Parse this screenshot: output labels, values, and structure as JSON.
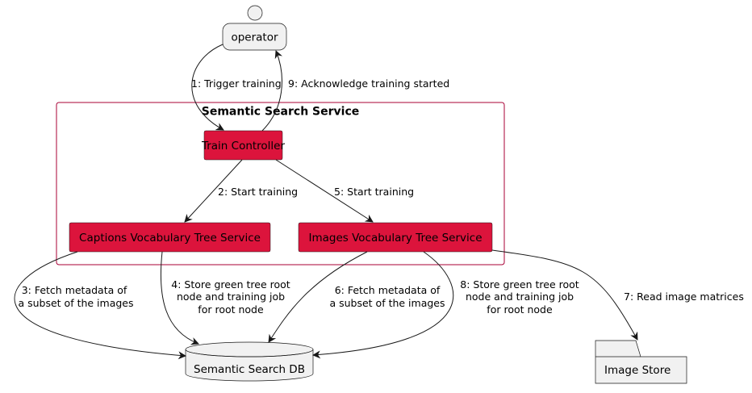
{
  "diagram": {
    "actor": {
      "label": "operator"
    },
    "boundary": {
      "title": "Semantic Search Service"
    },
    "components": {
      "train_controller": "Train Controller",
      "captions_tree": "Captions Vocabulary Tree Service",
      "images_tree": "Images Vocabulary Tree Service"
    },
    "database": {
      "label": "Semantic Search DB"
    },
    "folder": {
      "label": "Image Store"
    },
    "edges": {
      "e1": "1: Trigger training",
      "e2": "2: Start training",
      "e3": [
        "3: Fetch metadata of",
        "a subset of the images"
      ],
      "e4": [
        "4: Store green tree root",
        "node and training job",
        "for root node"
      ],
      "e5": "5: Start training",
      "e6": [
        "6: Fetch metadata of",
        "a subset of the images"
      ],
      "e7": "7: Read image matrices",
      "e8": [
        "8: Store green tree root",
        "node and training job",
        "for root node"
      ],
      "e9": "9: Acknowledge training started"
    },
    "colors": {
      "component_fill": "#DC143C",
      "node_fill": "#F1F1F1",
      "boundary_stroke": "#A80036",
      "line": "#181818"
    }
  }
}
